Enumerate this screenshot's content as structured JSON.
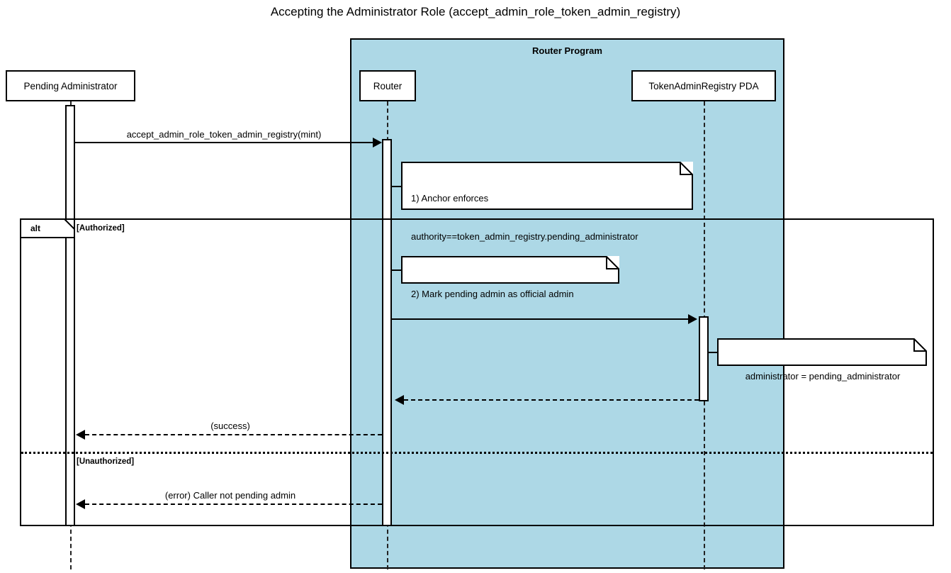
{
  "title": "Accepting the Administrator Role (accept_admin_role_token_admin_registry)",
  "colors": {
    "group_fill": "#ADD8E6",
    "stroke": "#000000",
    "note_fill": "#FFFFFF",
    "participant_fill": "#FFFFFF"
  },
  "group": {
    "label": "Router Program"
  },
  "participants": [
    {
      "id": "pending-administrator",
      "label": "Pending Administrator"
    },
    {
      "id": "router",
      "label": "Router"
    },
    {
      "id": "token-admin-registry-pda",
      "label": "TokenAdminRegistry PDA"
    }
  ],
  "messages": [
    {
      "id": "accept-call",
      "label": "accept_admin_role_token_admin_registry(mint)",
      "from": "pending-administrator",
      "to": "router",
      "style": "solid",
      "direction": "right"
    },
    {
      "id": "update-registry-call",
      "label": "",
      "from": "router",
      "to": "token-admin-registry-pda",
      "style": "solid",
      "direction": "right"
    },
    {
      "id": "registry-return",
      "label": "",
      "from": "token-admin-registry-pda",
      "to": "router",
      "style": "dashed",
      "direction": "left"
    },
    {
      "id": "success-return",
      "label": "(success)",
      "from": "router",
      "to": "pending-administrator",
      "style": "dashed",
      "direction": "left"
    },
    {
      "id": "error-return",
      "label": "(error) Caller not pending admin",
      "from": "router",
      "to": "pending-administrator",
      "style": "dashed",
      "direction": "left"
    }
  ],
  "notes": [
    {
      "id": "note-anchor-enforces",
      "line1": "1) Anchor enforces",
      "line2": "authority==token_admin_registry.pending_administrator"
    },
    {
      "id": "note-mark-admin",
      "line1": "2) Mark pending admin as official admin"
    },
    {
      "id": "note-administrator-assign",
      "line1": "administrator = pending_administrator"
    }
  ],
  "fragment": {
    "kind": "alt",
    "guards": [
      "[Authorized]",
      "[Unauthorized]"
    ]
  }
}
